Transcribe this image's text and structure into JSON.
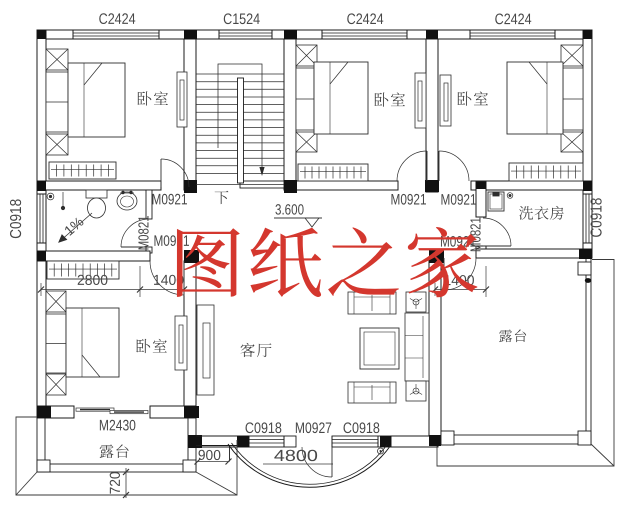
{
  "watermark": {
    "text": "图纸之家",
    "color": "#d4372e"
  },
  "level_mark": {
    "value": "3.600"
  },
  "stairs": {
    "direction_label": "下"
  },
  "rooms": {
    "bedroom_nw": {
      "label": "卧室"
    },
    "bedroom_n": {
      "label": "卧室"
    },
    "bedroom_ne": {
      "label": "卧室"
    },
    "laundry": {
      "label": "洗衣房"
    },
    "bedroom_sw": {
      "label": "卧室"
    },
    "living": {
      "label": "客厅"
    },
    "terrace_sw": {
      "label": "露台"
    },
    "terrace_se": {
      "label": "露台"
    }
  },
  "windows": {
    "w_top_1": {
      "code": "C2424"
    },
    "w_top_2": {
      "code": "C1524"
    },
    "w_top_3": {
      "code": "C2424"
    },
    "w_top_4": {
      "code": "C2424"
    },
    "w_left": {
      "code": "C0918"
    },
    "w_right": {
      "code": "C0918"
    },
    "w_bottom_1": {
      "code": "C0918"
    },
    "w_bottom_2": {
      "code": "C0918"
    }
  },
  "doors": {
    "d_bedroom_nw": {
      "code": "M0921"
    },
    "d_bedroom_n": {
      "code": "M0921"
    },
    "d_bedroom_ne": {
      "code": "M0921"
    },
    "d_bedroom_sw": {
      "code": "M0921"
    },
    "d_terrace_se": {
      "code": "M0921"
    },
    "d_bath": {
      "code": "M0821"
    },
    "d_laundry": {
      "code": "M0821"
    },
    "d_entry": {
      "code": "M0927"
    },
    "d_terrace_sw": {
      "code": "M2430"
    }
  },
  "dimensions": {
    "bedroom_sw_width": {
      "value": "2800"
    },
    "hall_width_left": {
      "value": "1400"
    },
    "hall_width_right": {
      "value": "1400"
    },
    "step_side": {
      "value": "900"
    },
    "eave_depth": {
      "value": "720"
    },
    "porch_width": {
      "value": "4800"
    },
    "bath_slope": {
      "value": "1%"
    }
  }
}
